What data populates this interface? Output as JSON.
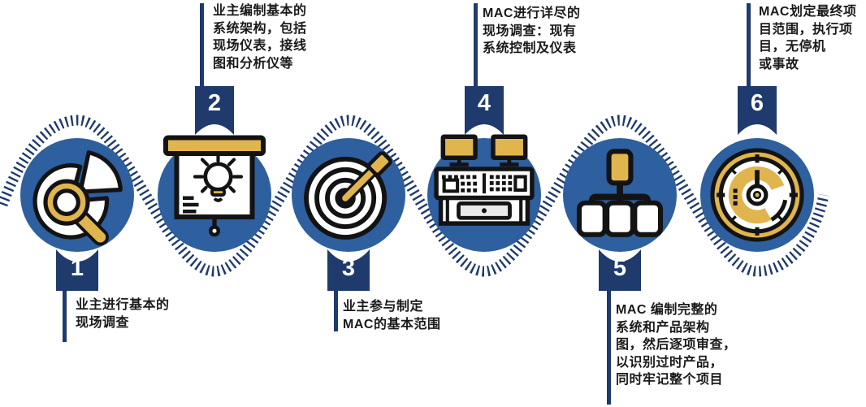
{
  "colors": {
    "navy": "#1f3a6c",
    "blue": "#2e5f9e",
    "gold": "#e0b54e",
    "ink": "#131313",
    "text": "#1a1a1a",
    "paper": "#ffffff"
  },
  "steps": [
    {
      "number": "1",
      "icon": "magnifier-pie-chart-icon",
      "position": "below",
      "lines": [
        "业主进行基本的",
        "现场调查"
      ]
    },
    {
      "number": "2",
      "icon": "presentation-lightbulb-icon",
      "position": "above",
      "lines": [
        "业主编制基本的",
        "系统架构，包括",
        "现场仪表，接线",
        "图和分析仪等"
      ]
    },
    {
      "number": "3",
      "icon": "target-dart-icon",
      "position": "below",
      "lines": [
        "业主参与制定",
        "MAC的基本范围"
      ]
    },
    {
      "number": "4",
      "icon": "control-console-icon",
      "position": "above",
      "lines": [
        "MAC进行详尽的",
        "现场调查：现有",
        "系统控制及仪表"
      ]
    },
    {
      "number": "5",
      "icon": "hierarchy-diagram-icon",
      "position": "below",
      "lines": [
        "MAC 编制完整的",
        "系统和产品架构",
        "图，然后逐项审查，",
        "以识别过时产品，",
        "同时牢记整个项目"
      ]
    },
    {
      "number": "6",
      "icon": "gauge-dial-icon",
      "position": "above",
      "lines": [
        "MAC划定最终项",
        "目范围，执行项",
        "目，无停机",
        "或事故"
      ]
    }
  ]
}
